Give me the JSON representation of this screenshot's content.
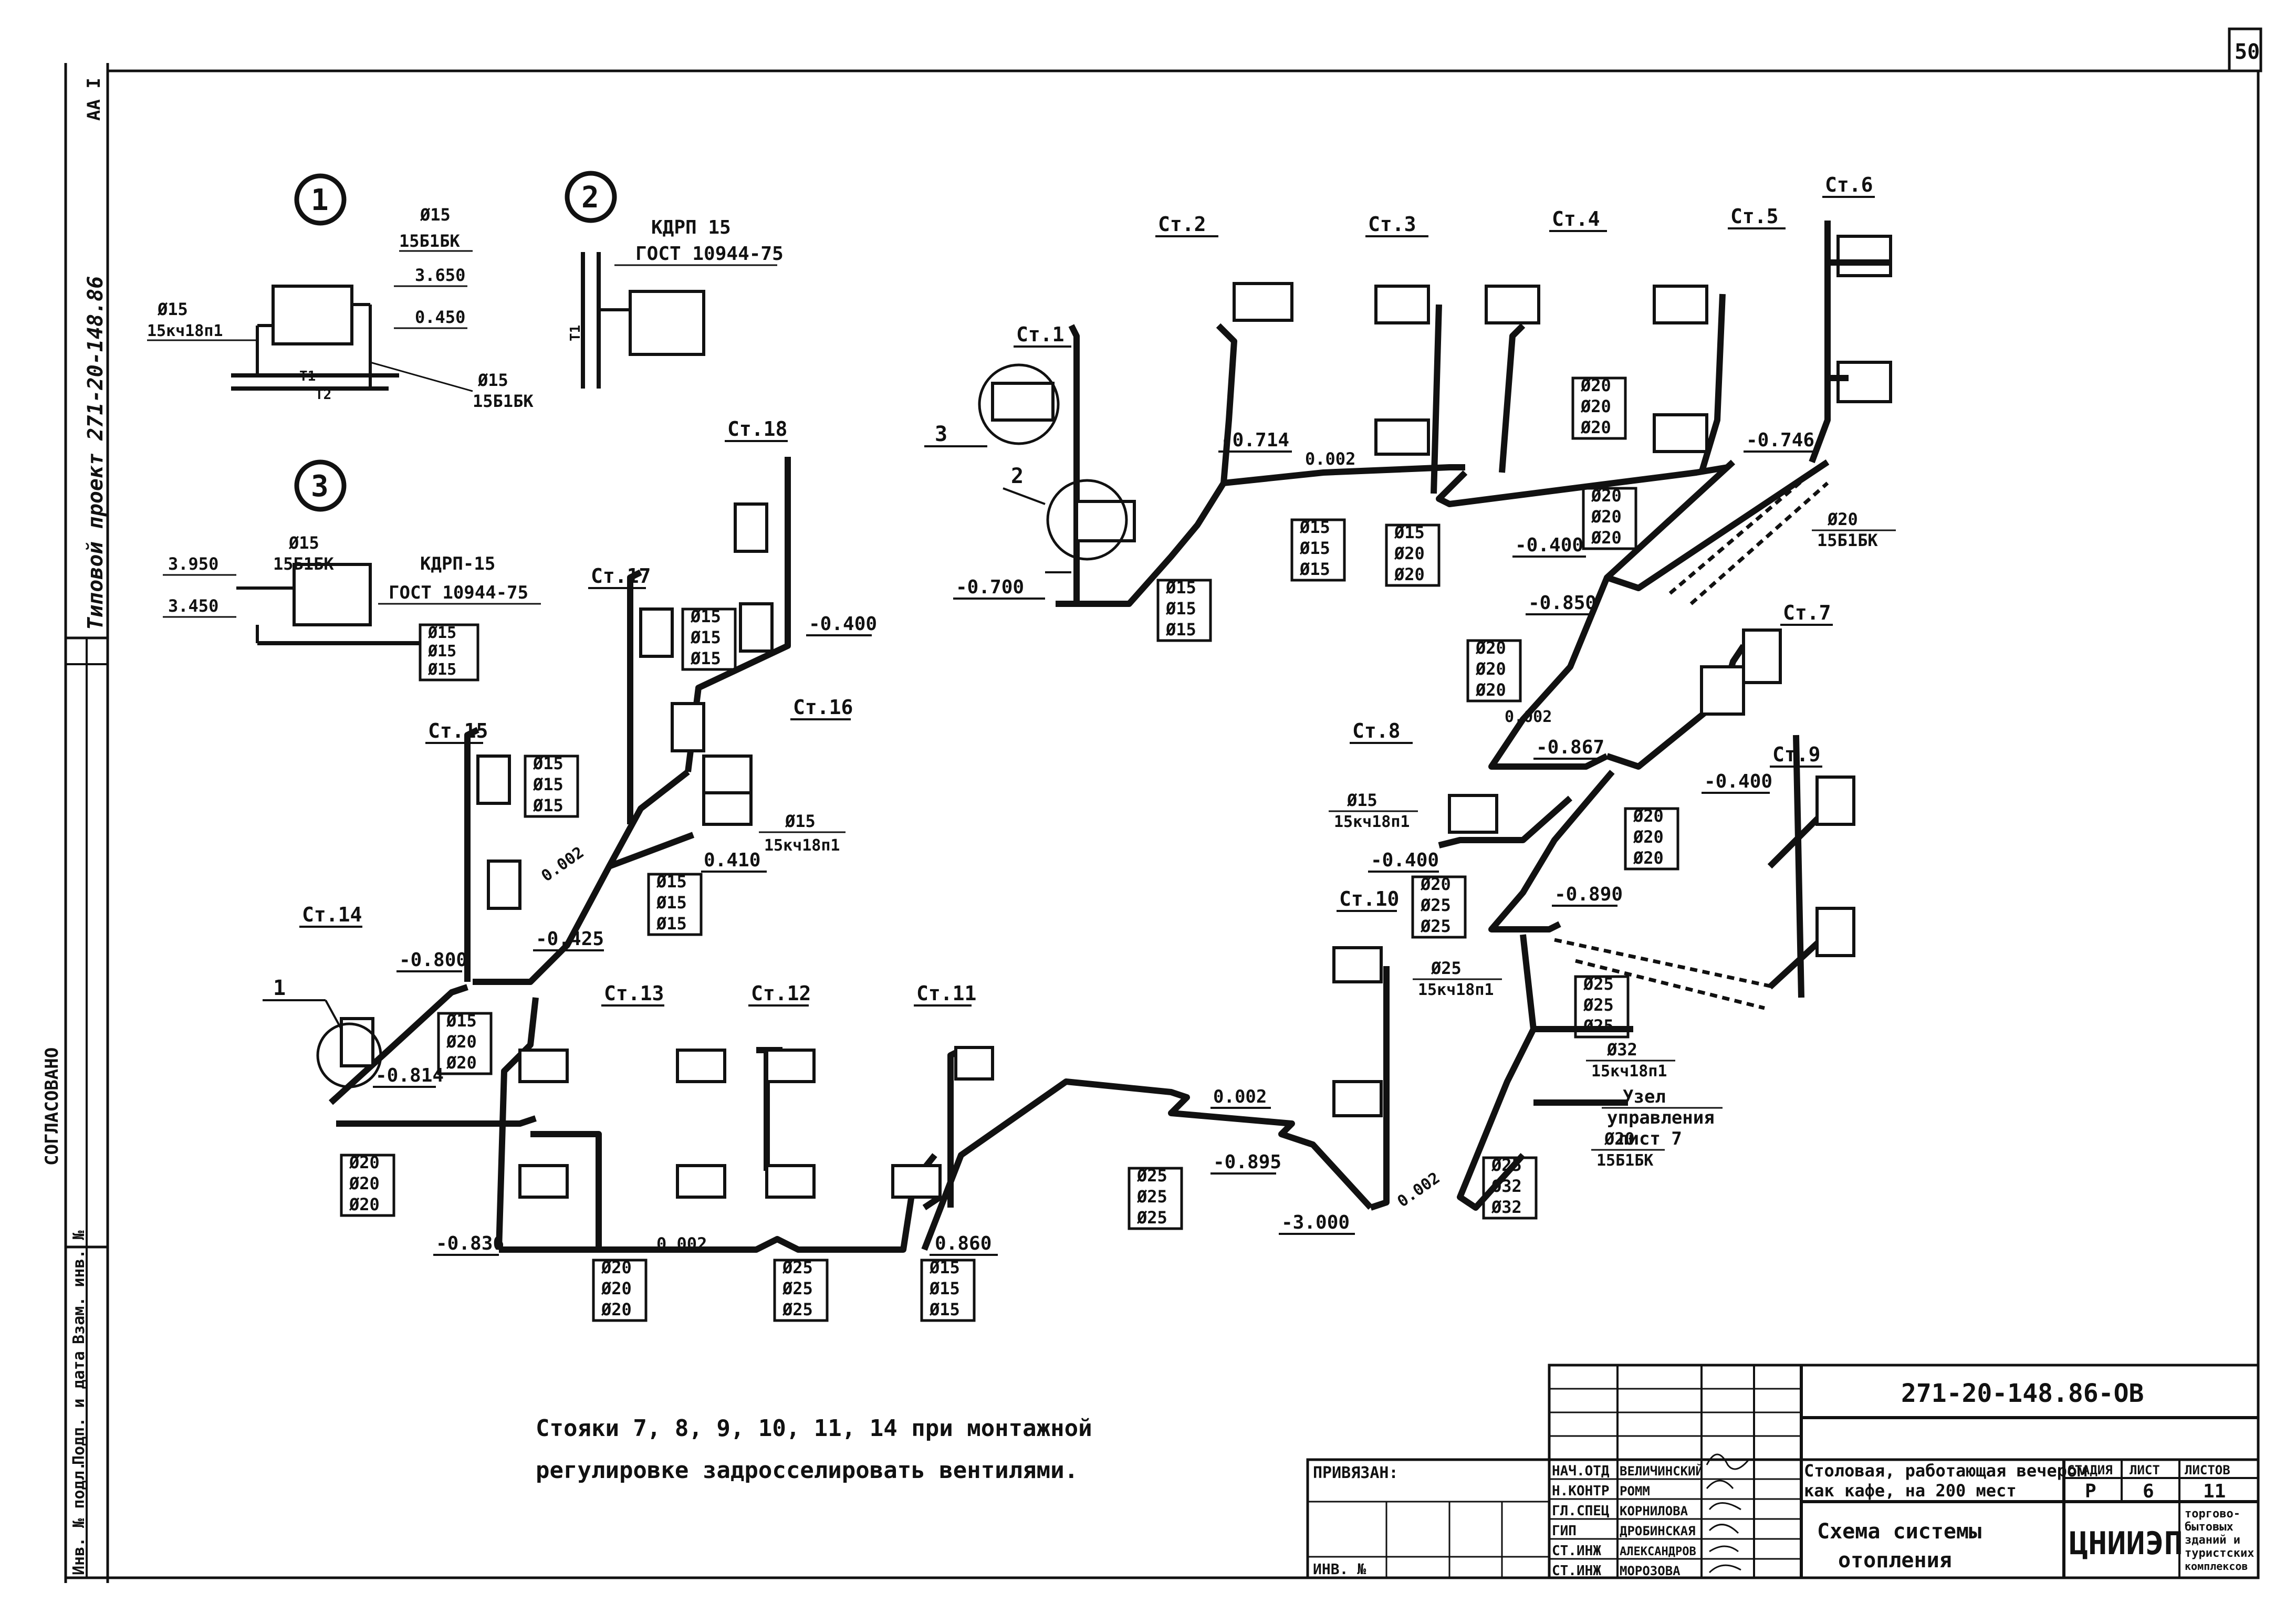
{
  "sheet_number": "50",
  "project": {
    "side_code": "Типовой проект 271-20-148.86",
    "top_code": "АА I",
    "agreed": "СОГЛАСОВАНО",
    "inv_fields": [
      "Инв. № подл.",
      "Подп. и дата",
      "Взам. инв. №"
    ]
  },
  "details": [
    {
      "id": "1",
      "labels": [
        "Ø15",
        "15Б1БК",
        "3.650",
        "0.450",
        "Ø15",
        "15кч18п1",
        "Т1",
        "Т2",
        "Ø15",
        "15Б1БК"
      ]
    },
    {
      "id": "2",
      "labels": [
        "КДРП 15",
        "ГОСТ 10944-75",
        "Т1"
      ]
    },
    {
      "id": "3",
      "labels": [
        "3.950",
        "Ø15",
        "15Б1БК",
        "3.450",
        "КДРП-15",
        "ГОСТ 10944-75",
        "Ø15",
        "Ø15",
        "Ø15"
      ]
    }
  ],
  "risers": [
    "Ст.1",
    "Ст.2",
    "Ст.3",
    "Ст.4",
    "Ст.5",
    "Ст.6",
    "Ст.7",
    "Ст.8",
    "Ст.9",
    "Ст.10",
    "Ст.11",
    "Ст.12",
    "Ст.13",
    "Ст.14",
    "Ст.15",
    "Ст.16",
    "Ст.17",
    "Ст.18"
  ],
  "callouts": [
    "1",
    "2",
    "3"
  ],
  "elevations": [
    "-0.700",
    "-0.714",
    "0.002",
    "-0.746",
    "-0.400",
    "-0.850",
    "-0.867",
    "-0.400",
    "-0.400",
    "-0.890",
    "0.002",
    "0.002",
    "-0.800",
    "-0.814",
    "-0.425",
    "0.410",
    "-0.400",
    "-0.836",
    "0.002",
    "0.860",
    "0.002",
    "-0.895",
    "-3.000",
    "0.002"
  ],
  "pipe_sizes": {
    "st1_group": [
      "Ø15",
      "Ø15",
      "Ø15"
    ],
    "st2_group": [
      "Ø15",
      "Ø15",
      "Ø15"
    ],
    "st3_group": [
      "Ø15",
      "Ø20",
      "Ø20"
    ],
    "st4_group": [
      "Ø20",
      "Ø20",
      "Ø20"
    ],
    "st5_group": [
      "Ø20",
      "Ø20",
      "Ø20"
    ],
    "valve_st5": [
      "Ø20",
      "15Б1БК"
    ],
    "main_upper": [
      "Ø20",
      "Ø20",
      "Ø20"
    ],
    "st8_valve": [
      "Ø15",
      "15кч18п1"
    ],
    "st7_group": [
      "Ø20",
      "Ø20",
      "Ø20"
    ],
    "st8_group": [
      "Ø20",
      "Ø25",
      "Ø25"
    ],
    "node_a": [
      "Ø25",
      "15кч18п1"
    ],
    "node_b": [
      "Ø25",
      "Ø25",
      "Ø25"
    ],
    "node_c": [
      "Ø32",
      "15кч18п1"
    ],
    "node_label": [
      "Узел",
      "управления",
      "лист 7"
    ],
    "node_d": [
      "Ø20",
      "15Б1БК"
    ],
    "node_e": [
      "Ø25",
      "Ø32",
      "Ø32"
    ],
    "st17_group": [
      "Ø15",
      "Ø15",
      "Ø15"
    ],
    "st15_group": [
      "Ø15",
      "Ø15",
      "Ø15"
    ],
    "st16_valve": [
      "Ø15",
      "15кч18п1"
    ],
    "st16_group": [
      "Ø15",
      "Ø15",
      "Ø15"
    ],
    "st14_group": [
      "Ø15",
      "Ø20",
      "Ø20"
    ],
    "st14_low": [
      "Ø20",
      "Ø20",
      "Ø20"
    ],
    "st13_low": [
      "Ø20",
      "Ø20",
      "Ø20"
    ],
    "st12_low": [
      "Ø25",
      "Ø25",
      "Ø25"
    ],
    "st11_low": [
      "Ø15",
      "Ø15",
      "Ø15"
    ],
    "st10_low": [
      "Ø25",
      "Ø25",
      "Ø25"
    ]
  },
  "note": [
    "Стояки 7, 8, 9, 10, 11, 14 при монтажной",
    "регулировке задросселировать вентилями."
  ],
  "title_block": {
    "doc_code": "271-20-148.86-ОВ",
    "privyazan": "ПРИВЯЗАН:",
    "inv_no": "ИНВ. №",
    "roles": [
      "НАЧ.ОТД",
      "Н.КОНТР",
      "ГЛ.СПЕЦ",
      "ГИП",
      "СТ.ИНЖ",
      "СТ.ИНЖ"
    ],
    "names": [
      "ВЕЛИЧИНСКИЙ",
      "РОММ",
      "КОРНИЛОВА",
      "ДРОБИНСКАЯ",
      "АЛЕКСАНДРОВ",
      "МОРОЗОВА"
    ],
    "object_title": [
      "Столовая, работающая вечером",
      "как кафе, на 200 мест"
    ],
    "sheet_title": [
      "Схема системы",
      "отопления"
    ],
    "stage_label": "СТАДИЯ",
    "sheet_label": "ЛИСТ",
    "sheets_label": "ЛИСТОВ",
    "stage": "Р",
    "sheet": "6",
    "sheets": "11",
    "org": "ЦНИИЭП",
    "org_sub": [
      "торгово-",
      "бытовых",
      "зданий и",
      "туристских",
      "комплексов"
    ]
  }
}
